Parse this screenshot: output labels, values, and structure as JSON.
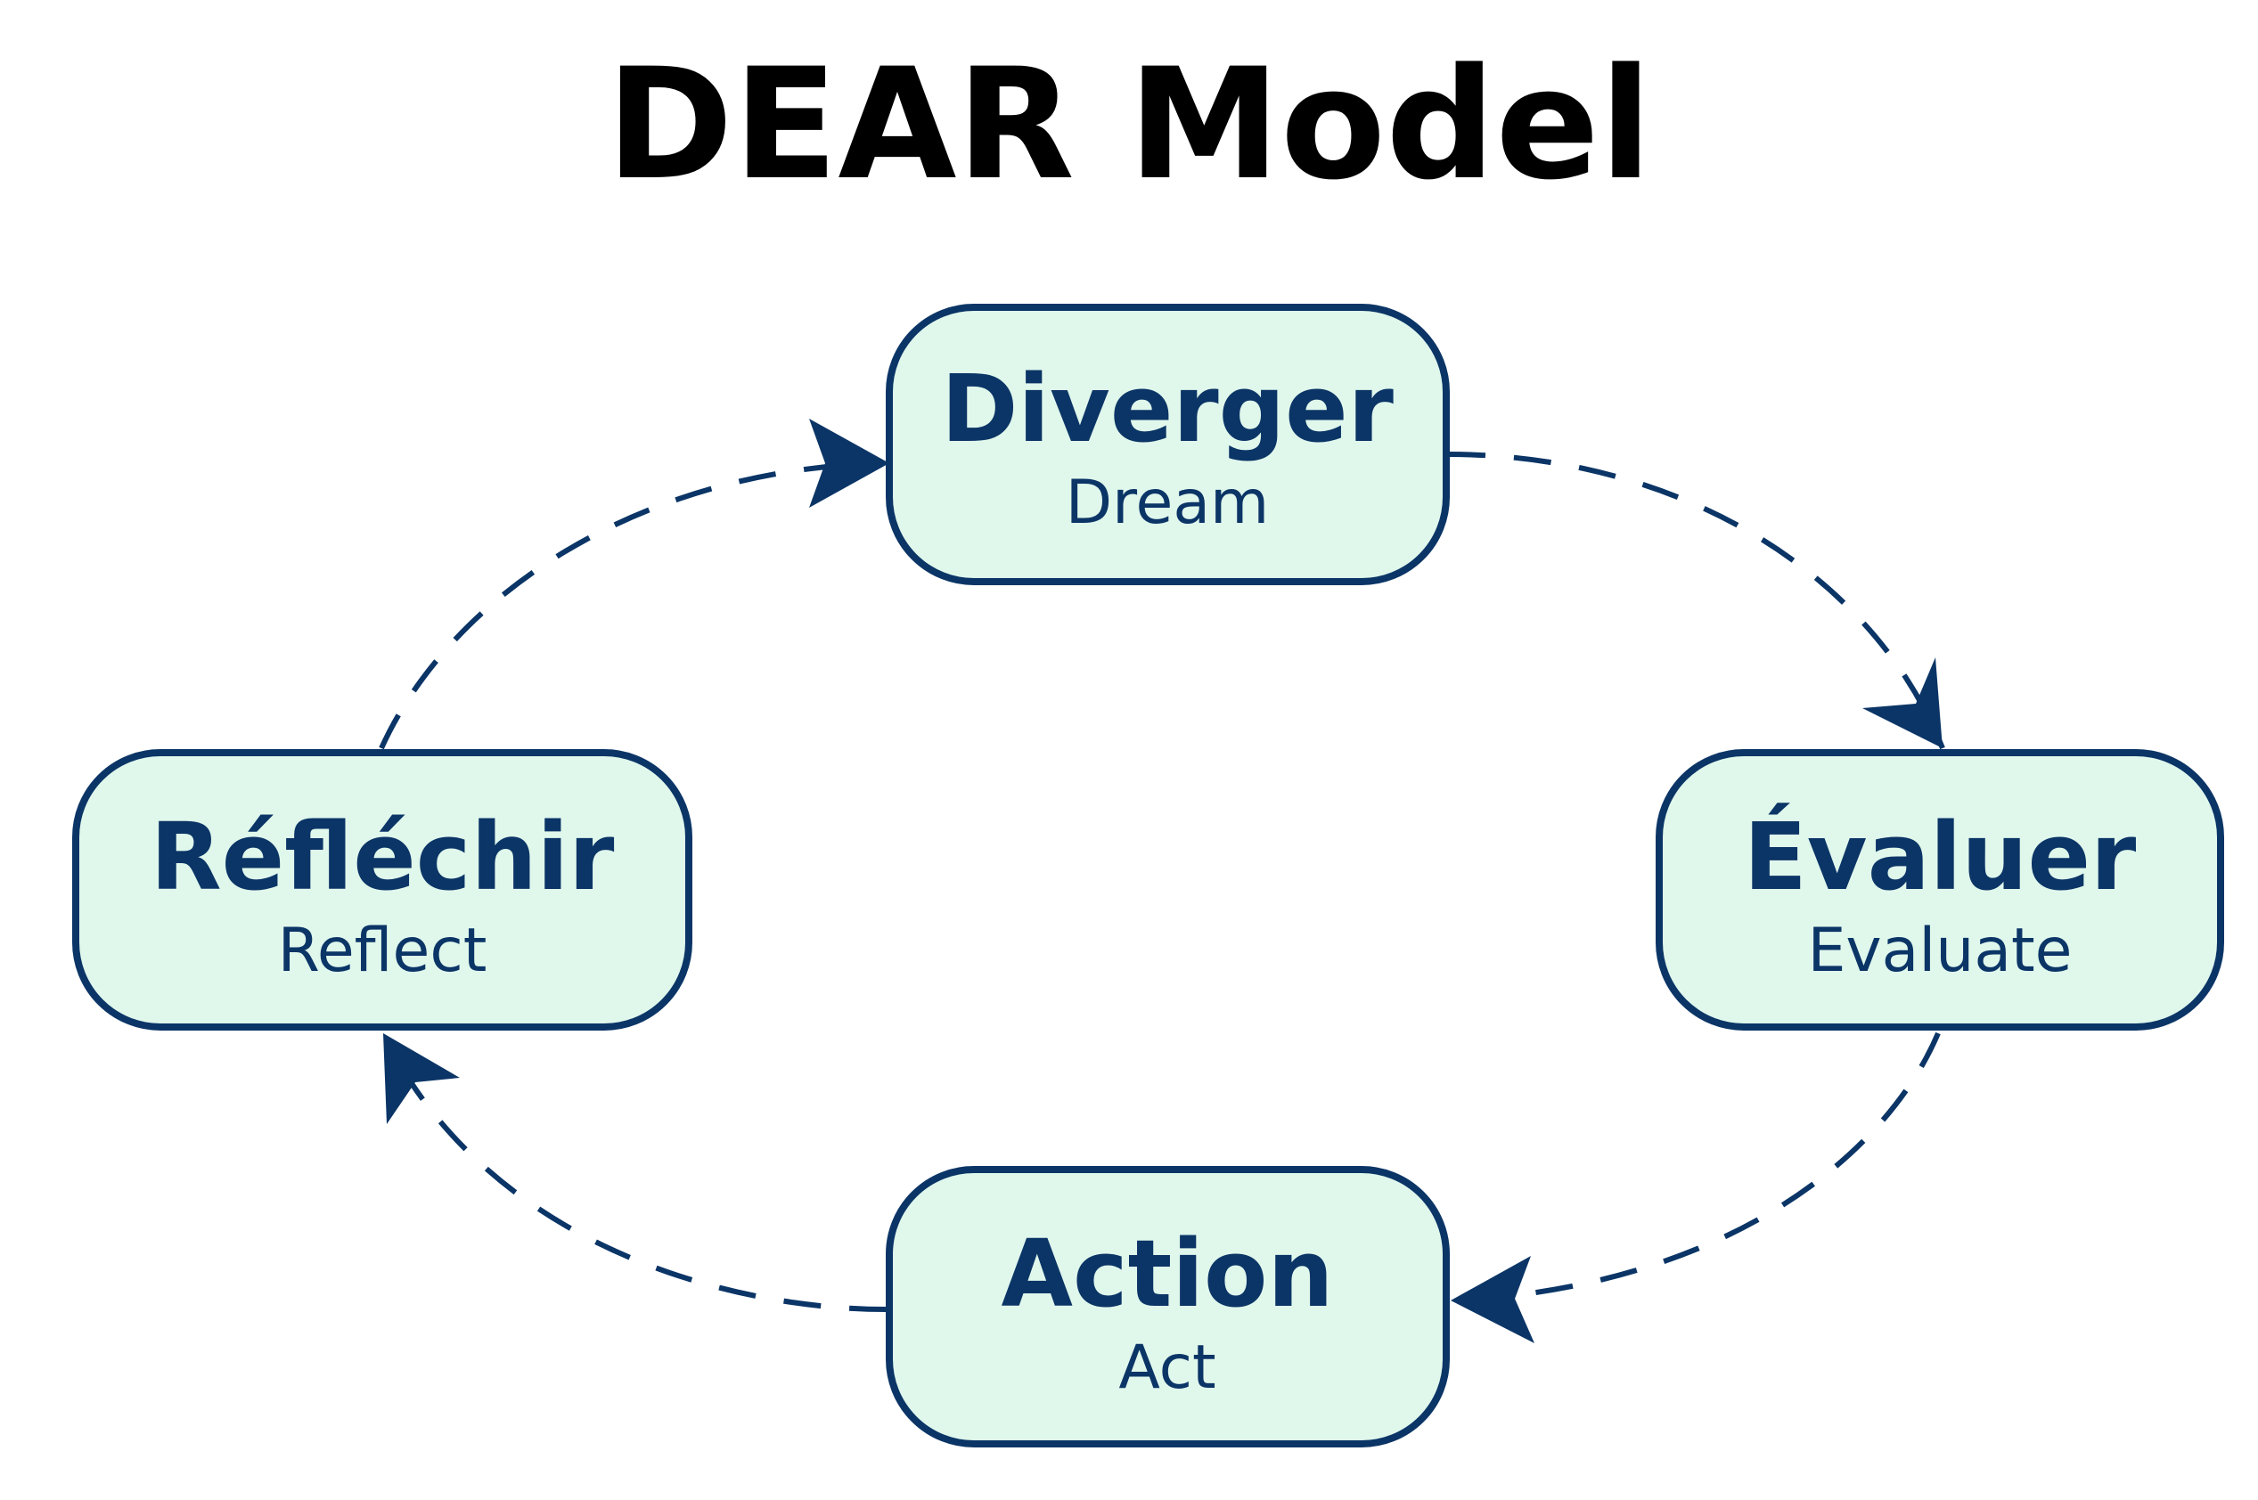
{
  "title": "DEAR Model",
  "colors": {
    "node_fill": "#e0f7ec",
    "node_stroke": "#0b3566",
    "text": "#0b3566",
    "arrow": "#0b3566",
    "title": "#000000"
  },
  "nodes": [
    {
      "id": "diverger",
      "label": "Diverger",
      "sublabel": "Dream"
    },
    {
      "id": "evaluer",
      "label": "Évaluer",
      "sublabel": "Evaluate"
    },
    {
      "id": "action",
      "label": "Action",
      "sublabel": "Act"
    },
    {
      "id": "reflechir",
      "label": "Réfléchir",
      "sublabel": "Reflect"
    }
  ],
  "edges": [
    {
      "from": "diverger",
      "to": "evaluer",
      "style": "dashed"
    },
    {
      "from": "evaluer",
      "to": "action",
      "style": "dashed"
    },
    {
      "from": "action",
      "to": "reflechir",
      "style": "dashed"
    },
    {
      "from": "reflechir",
      "to": "diverger",
      "style": "dashed"
    }
  ]
}
